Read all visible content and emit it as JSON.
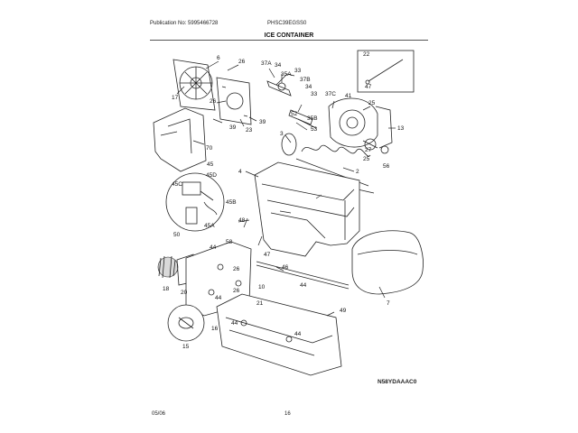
{
  "header": {
    "publication": "Publication No: 5995466728",
    "model": "PHSC39EGSS0"
  },
  "title": "ICE CONTAINER",
  "footer": {
    "date": "05/06",
    "page": "16",
    "diagram_code": "N58YDAAAC0"
  },
  "callouts": [
    "6",
    "26",
    "17",
    "26",
    "39",
    "23",
    "39",
    "70",
    "37A",
    "34",
    "35A",
    "33",
    "37B",
    "34",
    "33",
    "35B",
    "52",
    "53",
    "37C",
    "41",
    "25",
    "13",
    "22",
    "47",
    "3",
    "2",
    "27",
    "25",
    "56",
    "4",
    "45",
    "45D",
    "45C",
    "45B",
    "45A",
    "50",
    "48",
    "47",
    "58",
    "44",
    "18",
    "20",
    "44",
    "26",
    "26",
    "21",
    "10",
    "44",
    "44",
    "46",
    "49",
    "7",
    "16",
    "15",
    "44"
  ]
}
